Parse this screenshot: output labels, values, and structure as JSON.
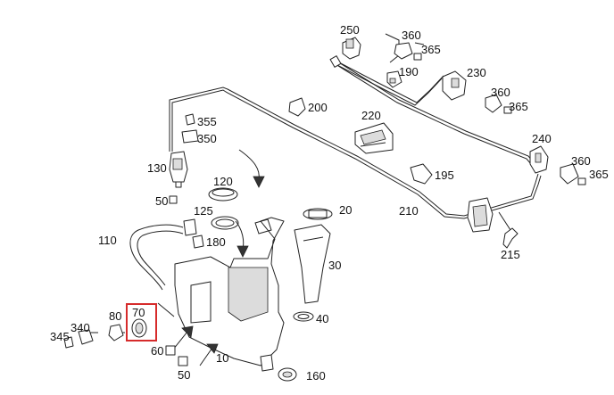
{
  "diagram": {
    "highlight_color": "#d62b2b",
    "highlighted_part": "70",
    "part_numbers": {
      "p250": "250",
      "p360a": "360",
      "p365a": "365",
      "p190": "190",
      "p230": "230",
      "p360b": "360",
      "p365b": "365",
      "p200": "200",
      "p220": "220",
      "p355": "355",
      "p350": "350",
      "p130": "130",
      "p50a": "50",
      "p240": "240",
      "p360c": "360",
      "p365c": "365",
      "p195": "195",
      "p210": "210",
      "p215": "215",
      "p120": "120",
      "p125": "125",
      "p20": "20",
      "p110": "110",
      "p180": "180",
      "p30": "30",
      "p40": "40",
      "p70": "70",
      "p80": "80",
      "p340": "340",
      "p345": "345",
      "p60": "60",
      "p10": "10",
      "p50b": "50",
      "p160": "160"
    }
  }
}
